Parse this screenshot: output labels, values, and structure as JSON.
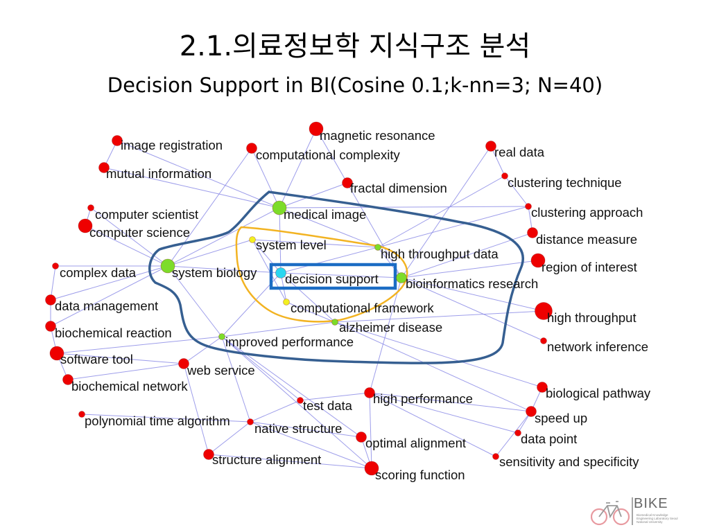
{
  "slide": {
    "title": "2.1.의료정보학 지식구조 분석",
    "subtitle": "Decision Support in BI(Cosine 0.1;k-nn=3; N=40)"
  },
  "logo": {
    "name": "BIKE",
    "subtitle": "Biomedical Knowledge Engineering Laboratory Seoul National University",
    "icon": "bicycle-icon"
  },
  "colors": {
    "edge": "#8c8ce6",
    "red_node": "#ee0000",
    "green_node": "#7ddc2a",
    "yellow_node": "#f2f020",
    "cyan_node": "#2ad6f0",
    "outer_cluster": "#365f91",
    "inner_cluster": "#f2b322",
    "focus_box": "#1b6cc4"
  },
  "nodes": [
    {
      "label": "image registration",
      "color": "red",
      "size": 2
    },
    {
      "label": "mutual information",
      "color": "red",
      "size": 2
    },
    {
      "label": "magnetic resonance",
      "color": "red",
      "size": 3
    },
    {
      "label": "computational complexity",
      "color": "red",
      "size": 2
    },
    {
      "label": "real data",
      "color": "red",
      "size": 2
    },
    {
      "label": "clustering technique",
      "color": "red",
      "size": 1
    },
    {
      "label": "fractal dimension",
      "color": "red",
      "size": 2
    },
    {
      "label": "computer scientist",
      "color": "red",
      "size": 1
    },
    {
      "label": "computer science",
      "color": "red",
      "size": 3
    },
    {
      "label": "medical image",
      "color": "green",
      "size": 3
    },
    {
      "label": "clustering approach",
      "color": "red",
      "size": 1
    },
    {
      "label": "system level",
      "color": "yellow",
      "size": 1
    },
    {
      "label": "distance measure",
      "color": "red",
      "size": 2
    },
    {
      "label": "high throughput data",
      "color": "green",
      "size": 1
    },
    {
      "label": "complex data",
      "color": "red",
      "size": 1
    },
    {
      "label": "system biology",
      "color": "green",
      "size": 3
    },
    {
      "label": "decision support",
      "color": "cyan",
      "size": 2
    },
    {
      "label": "bioinformatics research",
      "color": "green",
      "size": 2
    },
    {
      "label": "region of interest",
      "color": "red",
      "size": 3
    },
    {
      "label": "data management",
      "color": "red",
      "size": 2
    },
    {
      "label": "computational framework",
      "color": "yellow",
      "size": 1
    },
    {
      "label": "high throughput",
      "color": "red",
      "size": 4
    },
    {
      "label": "alzheimer disease",
      "color": "green",
      "size": 1
    },
    {
      "label": "biochemical reaction",
      "color": "red",
      "size": 2
    },
    {
      "label": "improved performance",
      "color": "green",
      "size": 1
    },
    {
      "label": "network inference",
      "color": "red",
      "size": 1
    },
    {
      "label": "software tool",
      "color": "red",
      "size": 3
    },
    {
      "label": "web service",
      "color": "red",
      "size": 2
    },
    {
      "label": "biochemical network",
      "color": "red",
      "size": 2
    },
    {
      "label": "biological pathway",
      "color": "red",
      "size": 2
    },
    {
      "label": "test data",
      "color": "red",
      "size": 1
    },
    {
      "label": "high performance",
      "color": "red",
      "size": 2
    },
    {
      "label": "speed up",
      "color": "red",
      "size": 2
    },
    {
      "label": "polynomial time algorithm",
      "color": "red",
      "size": 1
    },
    {
      "label": "native structure",
      "color": "red",
      "size": 1
    },
    {
      "label": "optimal alignment",
      "color": "red",
      "size": 2
    },
    {
      "label": "data point",
      "color": "red",
      "size": 1
    },
    {
      "label": "structure alignment",
      "color": "red",
      "size": 2
    },
    {
      "label": "sensitivity and specificity",
      "color": "red",
      "size": 1
    },
    {
      "label": "scoring function",
      "color": "red",
      "size": 3
    }
  ],
  "edges": [
    [
      "image registration",
      "mutual information"
    ],
    [
      "image registration",
      "medical image"
    ],
    [
      "mutual information",
      "medical image"
    ],
    [
      "magnetic resonance",
      "medical image"
    ],
    [
      "magnetic resonance",
      "bioinformatics research"
    ],
    [
      "computational complexity",
      "medical image"
    ],
    [
      "computational complexity",
      "system biology"
    ],
    [
      "real data",
      "clustering technique"
    ],
    [
      "real data",
      "bioinformatics research"
    ],
    [
      "clustering technique",
      "high throughput data"
    ],
    [
      "clustering technique",
      "clustering approach"
    ],
    [
      "fractal dimension",
      "medical image"
    ],
    [
      "computer scientist",
      "system biology"
    ],
    [
      "computer science",
      "system biology"
    ],
    [
      "computer scientist",
      "computer science"
    ],
    [
      "medical image",
      "system biology"
    ],
    [
      "medical image",
      "decision support"
    ],
    [
      "medical image",
      "clustering approach"
    ],
    [
      "clustering approach",
      "high throughput data"
    ],
    [
      "clustering approach",
      "distance measure"
    ],
    [
      "system level",
      "decision support"
    ],
    [
      "system level",
      "high throughput data"
    ],
    [
      "system level",
      "computational framework"
    ],
    [
      "distance measure",
      "bioinformatics research"
    ],
    [
      "high throughput data",
      "bioinformatics research"
    ],
    [
      "high throughput data",
      "decision support"
    ],
    [
      "complex data",
      "system biology"
    ],
    [
      "complex data",
      "data management"
    ],
    [
      "system biology",
      "decision support"
    ],
    [
      "system biology",
      "data management"
    ],
    [
      "system biology",
      "biochemical reaction"
    ],
    [
      "system biology",
      "improved performance"
    ],
    [
      "decision support",
      "bioinformatics research"
    ],
    [
      "decision support",
      "computational framework"
    ],
    [
      "decision support",
      "alzheimer disease"
    ],
    [
      "decision support",
      "improved performance"
    ],
    [
      "bioinformatics research",
      "region of interest"
    ],
    [
      "bioinformatics research",
      "high throughput"
    ],
    [
      "bioinformatics research",
      "network inference"
    ],
    [
      "bioinformatics research",
      "high performance"
    ],
    [
      "computational framework",
      "alzheimer disease"
    ],
    [
      "alzheimer disease",
      "high throughput"
    ],
    [
      "alzheimer disease",
      "biological pathway"
    ],
    [
      "alzheimer disease",
      "speed up"
    ],
    [
      "alzheimer disease",
      "improved performance"
    ],
    [
      "improved performance",
      "web service"
    ],
    [
      "improved performance",
      "test data"
    ],
    [
      "improved performance",
      "native structure"
    ],
    [
      "improved performance",
      "scoring function"
    ],
    [
      "improved performance",
      "optimal alignment"
    ],
    [
      "improved performance",
      "software tool"
    ],
    [
      "data management",
      "biochemical reaction"
    ],
    [
      "biochemical reaction",
      "software tool"
    ],
    [
      "software tool",
      "web service"
    ],
    [
      "software tool",
      "biochemical network"
    ],
    [
      "web service",
      "biochemical network"
    ],
    [
      "web service",
      "structure alignment"
    ],
    [
      "high performance",
      "test data"
    ],
    [
      "high performance",
      "speed up"
    ],
    [
      "high performance",
      "data point"
    ],
    [
      "high performance",
      "sensitivity and specificity"
    ],
    [
      "high performance",
      "scoring function"
    ],
    [
      "test data",
      "native structure"
    ],
    [
      "polynomial time algorithm",
      "native structure"
    ],
    [
      "native structure",
      "optimal alignment"
    ],
    [
      "native structure",
      "scoring function"
    ],
    [
      "native structure",
      "structure alignment"
    ],
    [
      "optimal alignment",
      "scoring function"
    ],
    [
      "structure alignment",
      "scoring function"
    ],
    [
      "speed up",
      "data point"
    ],
    [
      "speed up",
      "sensitivity and specificity"
    ],
    [
      "biological pathway",
      "speed up"
    ],
    [
      "system biology",
      "system level"
    ],
    [
      "medical image",
      "high throughput data"
    ]
  ]
}
